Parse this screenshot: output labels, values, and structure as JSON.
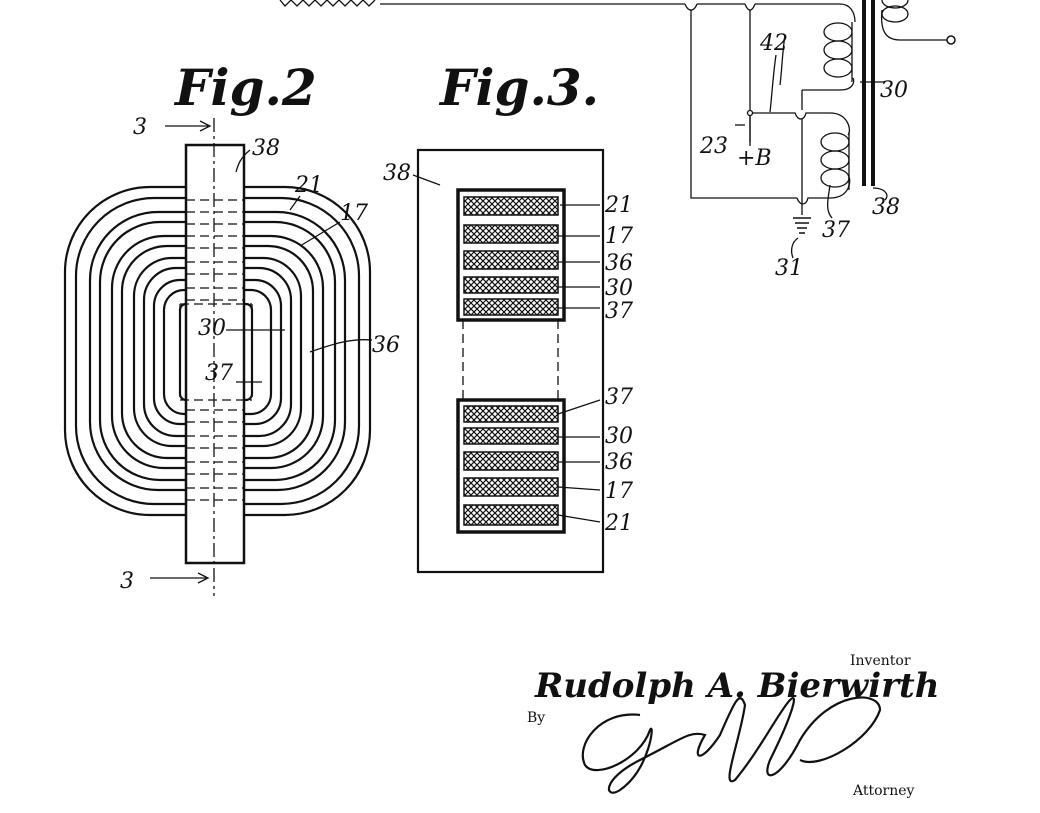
{
  "figures": {
    "fig2": {
      "title": "Fig.2",
      "section_mark": "3",
      "labels": {
        "core": "38",
        "w21": "21",
        "w17": "17",
        "w30": "30",
        "w36": "36",
        "w37": "37"
      }
    },
    "fig3": {
      "title": "Fig.3.",
      "labels": {
        "core": "38",
        "top": [
          "21",
          "17",
          "36",
          "30",
          "37"
        ],
        "bottom": [
          "37",
          "30",
          "36",
          "17",
          "21"
        ]
      }
    },
    "circuit": {
      "labels": {
        "n42": "42",
        "n23": "23",
        "b_plus": "+B",
        "n30": "30",
        "n37": "37",
        "n38": "38",
        "n31": "31"
      }
    }
  },
  "signature": {
    "inventor_label": "Inventor",
    "inventor_name": "Rudolph A. Bierwirth",
    "by_label": "By",
    "attorney_label": "Attorney"
  }
}
